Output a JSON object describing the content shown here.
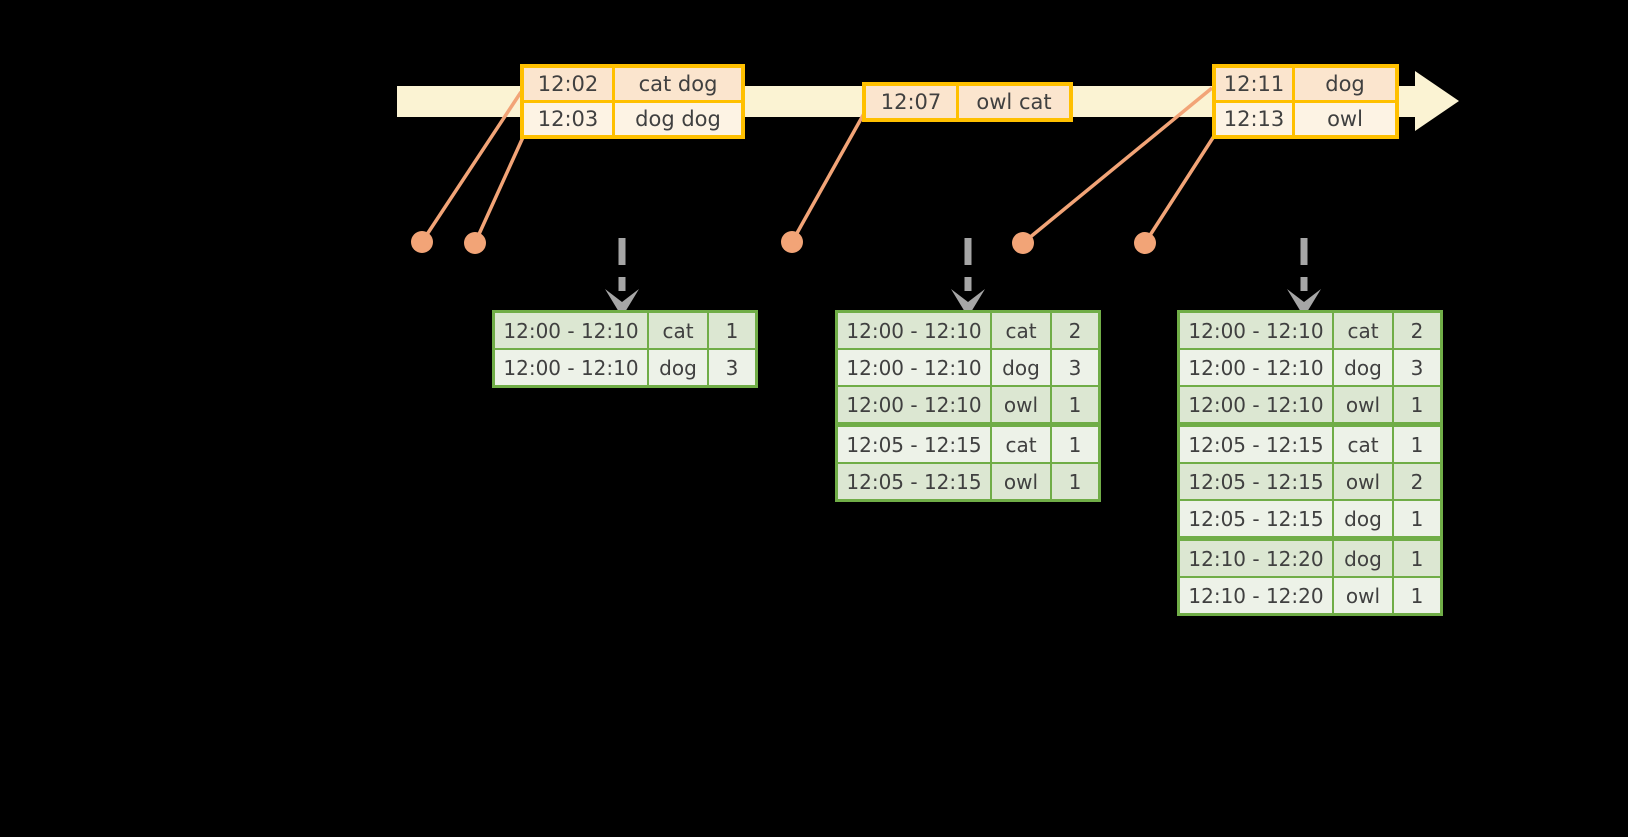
{
  "colors": {
    "background": "#000000",
    "timeline_fill": "#FBF3D3",
    "event_table_border": "#FFC000",
    "event_row_peach": "#FBE5CE",
    "event_row_cream": "#FDF3E4",
    "connector_salmon": "#F2A477",
    "trigger_arrow_gray": "#A6A6A6",
    "result_table_border": "#70AD47",
    "result_row_dark": "#DCE7D2",
    "result_row_light": "#EDF2E8",
    "text": "#404040"
  },
  "event_tables": [
    {
      "rows": [
        {
          "time": "12:02",
          "words": "cat dog"
        },
        {
          "time": "12:03",
          "words": "dog dog"
        }
      ]
    },
    {
      "rows": [
        {
          "time": "12:07",
          "words": "owl cat"
        }
      ]
    },
    {
      "rows": [
        {
          "time": "12:11",
          "words": "dog"
        },
        {
          "time": "12:13",
          "words": "owl"
        }
      ]
    }
  ],
  "result_tables": [
    {
      "group_breaks": [],
      "rows": [
        {
          "window": "12:00 - 12:10",
          "word": "cat",
          "count": "1"
        },
        {
          "window": "12:00 - 12:10",
          "word": "dog",
          "count": "3"
        }
      ]
    },
    {
      "group_breaks": [
        3
      ],
      "rows": [
        {
          "window": "12:00 - 12:10",
          "word": "cat",
          "count": "2"
        },
        {
          "window": "12:00 - 12:10",
          "word": "dog",
          "count": "3"
        },
        {
          "window": "12:00 - 12:10",
          "word": "owl",
          "count": "1"
        },
        {
          "window": "12:05 - 12:15",
          "word": "cat",
          "count": "1"
        },
        {
          "window": "12:05 - 12:15",
          "word": "owl",
          "count": "1"
        }
      ]
    },
    {
      "group_breaks": [
        3,
        6
      ],
      "rows": [
        {
          "window": "12:00 - 12:10",
          "word": "cat",
          "count": "2"
        },
        {
          "window": "12:00 - 12:10",
          "word": "dog",
          "count": "3"
        },
        {
          "window": "12:00 - 12:10",
          "word": "owl",
          "count": "1"
        },
        {
          "window": "12:05 - 12:15",
          "word": "cat",
          "count": "1"
        },
        {
          "window": "12:05 - 12:15",
          "word": "owl",
          "count": "2"
        },
        {
          "window": "12:05 - 12:15",
          "word": "dog",
          "count": "1"
        },
        {
          "window": "12:10 - 12:20",
          "word": "dog",
          "count": "1"
        },
        {
          "window": "12:10 - 12:20",
          "word": "owl",
          "count": "1"
        }
      ]
    }
  ]
}
